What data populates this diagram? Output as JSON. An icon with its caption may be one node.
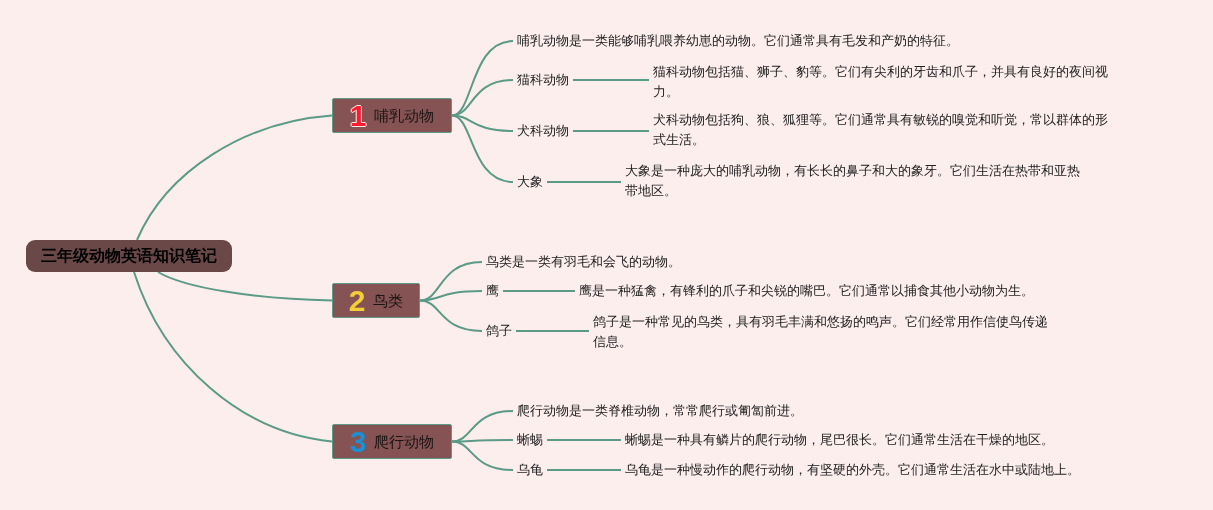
{
  "diagram": {
    "nodes": [
      {
        "text": [
          "三年级动物英语知识笔记"
        ]
      },
      {
        "text": [
          "1",
          "哺乳动物"
        ]
      },
      {
        "text": [
          "哺乳动物是一类能够哺乳喂养幼崽的动物。它们通常具有毛发和产奶的特征。"
        ]
      },
      {
        "text": [
          "猫科动物"
        ]
      },
      {
        "text": [
          "猫科动物包括猫、狮子、豹等。它们有尖利的牙齿和爪子，并具有良好的夜间视力。"
        ]
      },
      {
        "text": [
          "犬科动物"
        ]
      },
      {
        "text": [
          "犬科动物包括狗、狼、狐狸等。它们通常具有敏锐的嗅觉和听觉，常以群体的形式生活。"
        ]
      },
      {
        "text": [
          "大象"
        ]
      },
      {
        "text": [
          "大象是一种庞大的哺乳动物，有长长的鼻子和大的象牙。它们生活在热带和亚热带地区。"
        ]
      },
      {
        "text": [
          "2",
          "鸟类"
        ]
      },
      {
        "text": [
          "鸟类是一类有羽毛和会飞的动物。"
        ]
      },
      {
        "text": [
          "鹰"
        ]
      },
      {
        "text": [
          "鹰是一种猛禽，有锋利的爪子和尖锐的嘴巴。它们通常以捕食其他小动物为生。"
        ]
      },
      {
        "text": [
          "鸽子"
        ]
      },
      {
        "text": [
          "鸽子是一种常见的鸟类，具有羽毛丰满和悠扬的鸣声。它们经常用作信使鸟传递信息。"
        ]
      },
      {
        "text": [
          "3",
          "爬行动物"
        ]
      },
      {
        "text": [
          "爬行动物是一类脊椎动物，常常爬行或匍匐前进。"
        ]
      },
      {
        "text": [
          "蜥蜴"
        ]
      },
      {
        "text": [
          "蜥蜴是一种具有鳞片的爬行动物，尾巴很长。它们通常生活在干燥的地区。"
        ]
      },
      {
        "text": [
          "乌龟"
        ]
      },
      {
        "text": [
          "乌龟是一种慢动作的爬行动物，有坚硬的外壳。它们通常生活在水中或陆地上。"
        ]
      }
    ],
    "edges": [
      {
        "from": 0,
        "to": 1,
        "arrow": "none"
      },
      {
        "from": 0,
        "to": 9,
        "arrow": "none"
      },
      {
        "from": 0,
        "to": 15,
        "arrow": "none"
      },
      {
        "from": 1,
        "to": 2,
        "arrow": "none"
      },
      {
        "from": 1,
        "to": 3,
        "arrow": "none"
      },
      {
        "from": 1,
        "to": 5,
        "arrow": "none"
      },
      {
        "from": 1,
        "to": 7,
        "arrow": "none"
      },
      {
        "from": 3,
        "to": 4,
        "arrow": "none"
      },
      {
        "from": 5,
        "to": 6,
        "arrow": "none"
      },
      {
        "from": 7,
        "to": 8,
        "arrow": "none"
      },
      {
        "from": 9,
        "to": 10,
        "arrow": "none"
      },
      {
        "from": 9,
        "to": 11,
        "arrow": "none"
      },
      {
        "from": 9,
        "to": 13,
        "arrow": "none"
      },
      {
        "from": 11,
        "to": 12,
        "arrow": "none"
      },
      {
        "from": 13,
        "to": 14,
        "arrow": "none"
      },
      {
        "from": 15,
        "to": 16,
        "arrow": "none"
      },
      {
        "from": 15,
        "to": 17,
        "arrow": "none"
      },
      {
        "from": 15,
        "to": 19,
        "arrow": "none"
      },
      {
        "from": 17,
        "to": 18,
        "arrow": "none"
      },
      {
        "from": 19,
        "to": 20,
        "arrow": "none"
      }
    ]
  }
}
